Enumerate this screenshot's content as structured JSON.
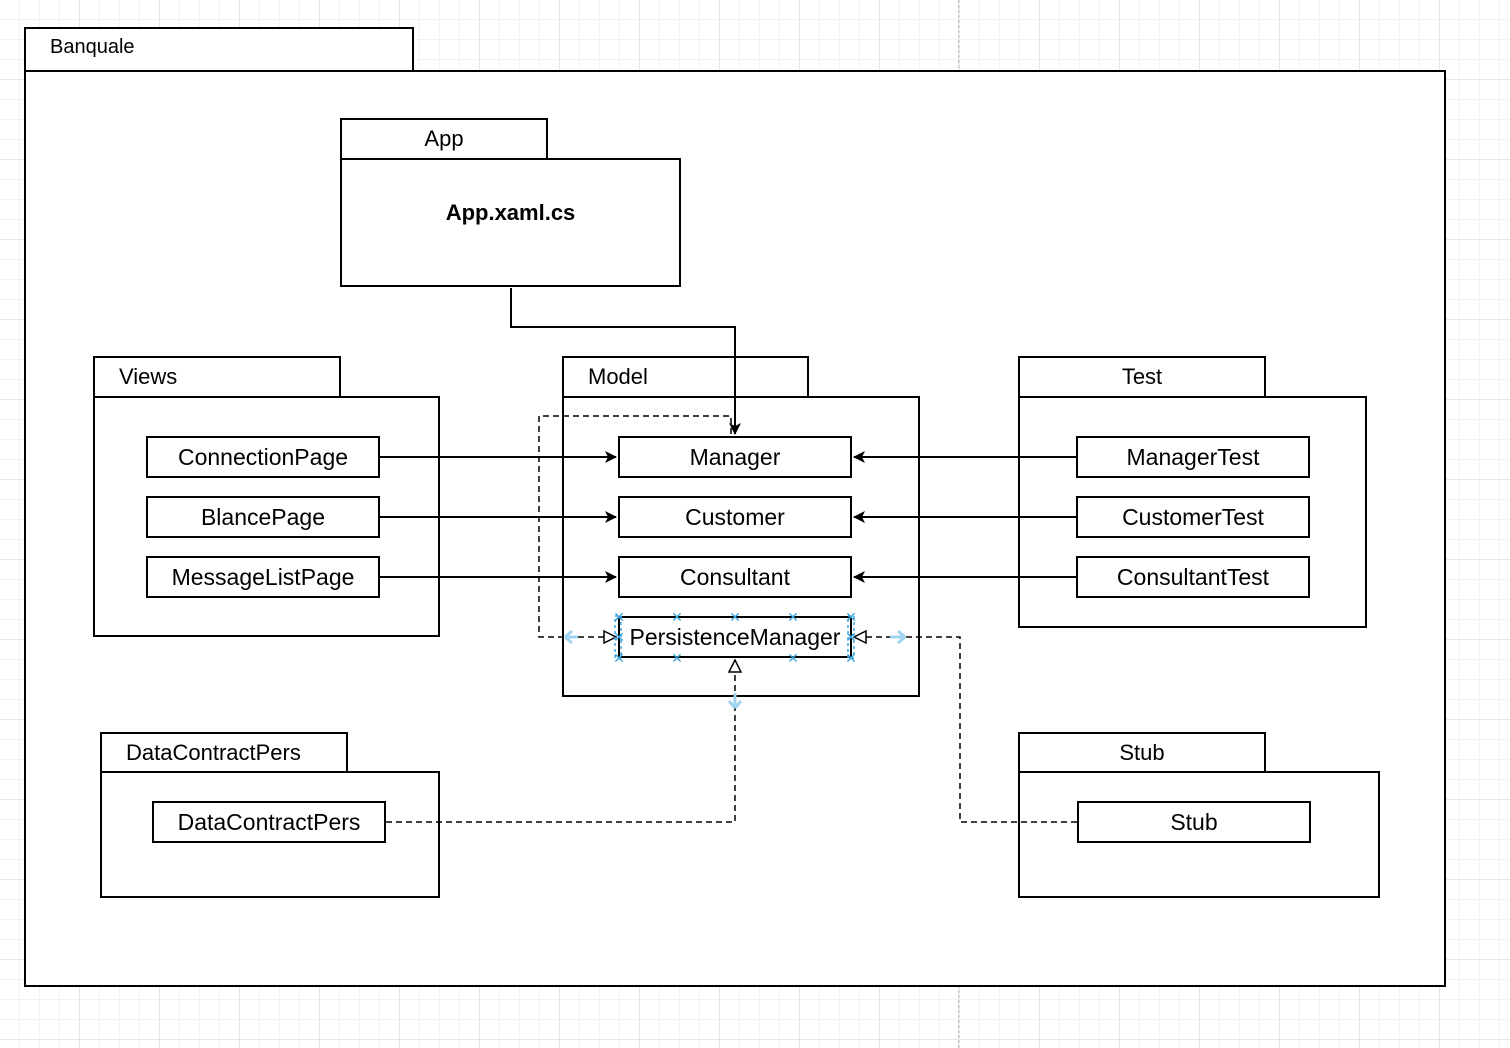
{
  "root_package": {
    "name": "Banquale"
  },
  "packages": {
    "app": {
      "name": "App",
      "main_label": "App.xaml.cs"
    },
    "views": {
      "name": "Views",
      "classes": [
        "ConnectionPage",
        "BlancePage",
        "MessageListPage"
      ]
    },
    "model": {
      "name": "Model",
      "classes": [
        "Manager",
        "Customer",
        "Consultant",
        "PersistenceManager"
      ]
    },
    "test": {
      "name": "Test",
      "classes": [
        "ManagerTest",
        "CustomerTest",
        "ConsultantTest"
      ]
    },
    "data_contract": {
      "name": "DataContractPers",
      "classes": [
        "DataContractPers"
      ]
    },
    "stub": {
      "name": "Stub",
      "classes": [
        "Stub"
      ]
    }
  },
  "colors": {
    "line": "#000000",
    "selection": "#3aa5dd",
    "grid": "#e6e6e6"
  }
}
